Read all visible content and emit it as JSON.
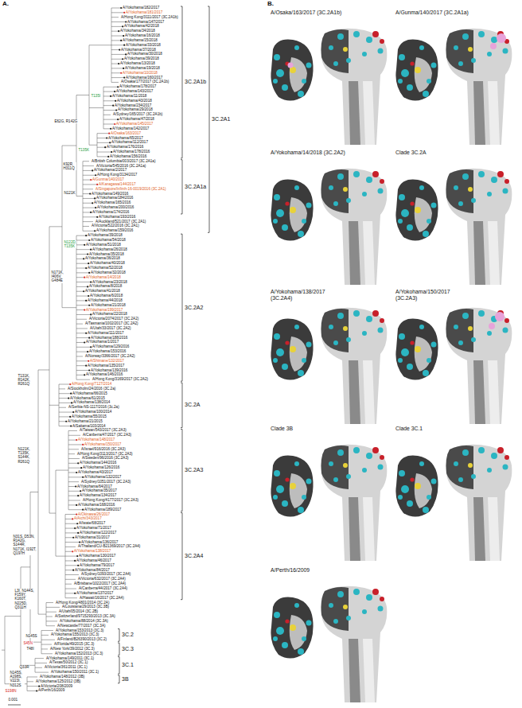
{
  "diagram": {
    "labels": [
      "A.",
      "B.",
      "A/Yokohama/182/2017",
      "A/Yokohama/181/2017",
      "A/Hong Kong/3111/2017 (3C.2A1b)",
      "A/Yokohama/147/2017",
      "A/Yokohama/42/2018",
      "A/Yokohama/34/2018",
      "A/Yokohama/16/2018",
      "A/Yokohama/15/2018",
      "A/Yokohama/33/2018",
      "A/Yokohama/37/2018",
      "A/Yokohama/30/2018",
      "A/Yokohama/39/2018",
      "A/Yokohama/13/2018",
      "A/Yokohama/19/2018",
      "A/Yokohama/10/2018",
      "A/Yokohama/160/2017",
      "A/Osaka/177/2017 (3C.2A1b)",
      "A/Yokohama/178/2017",
      "A/Yokohama/143/2017",
      "A/Yokohama/11/2018",
      "A/Yokohama/43/2018",
      "A/Yokohama/234/2017",
      "A/Yokohama/29/2018",
      "A/Sydney/165/2017 (3C.2A1b)",
      "A/Yokohama/47/2018",
      "A/Yokohama/145/2017",
      "A/Yokohama/142/2017",
      "A/Osaka/163/2017",
      "A/Yokohama/65/2017",
      "A/Yokohama/112/2017",
      "A/Yokohama/176/2016",
      "A/Yokohama/178/2016",
      "A/Yokohama/156/2016",
      "A/British Columbia/003/2017 (3C.2A1a)",
      "A/Victoria/545/2016 (3C.2A1a)",
      "A/Yokohama/2/2017",
      "A/Hong Kong/3134/2017",
      "A/Gunma/140/2017",
      "A/Kanagawa/144/2017",
      "A/Singapore/Infimh-16-0019/2016 (3C.2A1)",
      "A/Yokohama/149/2016",
      "A/Yokohama/184/2016",
      "A/Yokohama/165/2016",
      "A/Yokohama/200/2016",
      "A/Yokohama/174/2016",
      "A/Yokohama/193/2016",
      "A/Auckland/521/2017 (3C.2A1)",
      "A/Victoria/522/2016 (3C.2A1)",
      "A/Yokohama/159/2016",
      "A/Yokohama/39/2018",
      "A/Yokohama/54/2018",
      "A/Yokohama/51/2018",
      "A/Yokohama/26/2018",
      "A/Yokohama/35/2018",
      "A/Yokohama/36/2018",
      "A/Yokohama/40/2018",
      "A/Yokohama/52/2018",
      "A/Yokohama/32/2018",
      "A/Yokohama/14/2018",
      "A/Yokohama/23/2018",
      "A/Yokohama/8/2018",
      "A/Yokohama/41/2018",
      "A/Yokohama/6/2018",
      "A/Yokohama/44/2018",
      "A/Yokohama/21/2018",
      "A/Yokohama/199/2017",
      "A/Yokohama/22/2018",
      "A/Victoria/2074/2017 (3C.2A2)",
      "A/Tasmania/1002/2017 (3C.2A2)",
      "A/Utah/33/2017 (3C.2A2)",
      "A/Yokohama/111/2017",
      "A/Yokohama/188/2016",
      "A/Yokohama/1/2017",
      "A/Yokohama/129/2016",
      "A/Yokohama/153/2016",
      "A/Norway/3366/2017 (3C.2A2)",
      "A/Shimane/132/2017",
      "A/Yokohama/135/2017",
      "A/Yokohama/139/2016",
      "A/Yokohama/146/2016",
      "A/Hong Kong/3169/2017 (3C.2A2)",
      "A/Hong Kong/7127/2014",
      "A/Stockholm/24/2016 (3C.2a)",
      "A/Yokohama/66/2015",
      "A/Yokohama/61/2015",
      "A/Yokohama/138/2014",
      "A/Serbia-NS-1117/2016 (3c.2a)",
      "A/Yokohama/100/2014",
      "A/Yokohama/55/2015",
      "A/Yokohama/21/2015",
      "A/Saitama/103/2014",
      "A/Taiwan/543/2017 (3C.2A3)",
      "A/Canberra/47/2017 (3C.2A3)",
      "A/Yokohama/148/2017",
      "A/Yokohama/150/2017",
      "A/Israel/916/2016 (3C.2A3)",
      "A/Hong Kong/3113/2017 (3C.2A3)",
      "A/Sweden/96/2016 (3C.2A3)",
      "A/Yokohama/144/2016",
      "A/Yokohama/126/2016",
      "A/Yokohama/43/2017",
      "A/Yokohama/132/2017",
      "A/Sydney/1051/2017 (3C.2A3)",
      "A/Yokohama/64/2017",
      "A/Yokohama/35/2017",
      "A/Yokohama/134/2017",
      "A/Hong Kong/4177/2017 (3C.2A3)",
      "A/Yokohama/168/2016",
      "A/Yokohama/189/2017",
      "A/Okinawa/26/2017",
      "A/Aichi/343/2017",
      "A/Iwate/68/2017",
      "A/Yokohama/71/2017",
      "A/Yokohama/122/2017",
      "A/Yokohama/31/2017",
      "A/Yokohama/136/2017",
      "A/Thailand/CU-B21369/2017 (3C.2A4)",
      "A/Yokohama/138/2017",
      "A/Yokohama/130/2017",
      "A/Yokohama/46/2017",
      "A/Yokohama/79/2017",
      "A/Yokohama/84/2017",
      "A/Sydney/1093/2017 (3C.2A4)",
      "A/Victoria/632/2017 (3C.2A4)",
      "A/Brisbane/1022/2017 (3C.2A4)",
      "A/Canberra/44/2017 (3C.2A4)",
      "A/Yokohama/137/2017",
      "A/Hawaii/16/2017 (3C.2A4)",
      "A/Hong Kong/4801/2014 (3C.2A)",
      "A/Louisiana/29/2013 (3C.3B)",
      "A/Utah/05/2014 (3C.2B)",
      "A/Switzerland/9715293/2013 (3C.3A)",
      "A/Yokohama/88/2014 (3C.3A)",
      "A/Newcastle/77/2017 (3C.3A)",
      "A/Yokohama/153/2013 (3C.3)",
      "A/Yokohama/155/2013 (3C.3)",
      "A/Finland/B26390/2013 (3C.2)",
      "A/Florida/49/2015 (3C.3)",
      "A/New York/39/2012 (3C.3)",
      "A/Yokohama/152/2013 (3C.3)",
      "A/Yokohama/149/2011 (3C.1)",
      "A/Texas/50/2012 (3C.1)",
      "A/Victoria/361/2011 (3C.1)",
      "A/Yokohama/150/2011 (3C.1)",
      "A/Yokohama/148/2012 (3B)",
      "A/Yokohama/125/2012 (3B)",
      "A/Victoria/208/2009",
      "A/Perth/16/2009",
      "3C.2A1b",
      "3C.2A1a",
      "3C.2A1",
      "3C.2A2",
      "3C.2A",
      "3C.2A3",
      "3C.2A4",
      "3C.2",
      "3C.3",
      "3C.1",
      "3B",
      "T135I",
      "E62G, R142G",
      "T135K",
      "K92R, H311Q",
      "N121K",
      "N122D, T135K",
      "N171K, I406V, G484E",
      "T131K, R142K, R261Q",
      "N121K, T135K, S144K, R261Q",
      "N31S, D53N, R142G, S144R, N171K, I192T, Q197H",
      "L3I, N144S, F159Y, K160T, N225D, Q311H",
      "N145S",
      "S45N",
      "T48I",
      "Q33R",
      "N145S, A198S, V223I, N312S",
      "S198N",
      "A/Osaka/163/2017 (3C.2A1b)",
      "A/Gunma/140/2017 (3C.2A1a)",
      "A/Yokohama/14/2018 (3C.2A2)",
      "Clade 3C.2A",
      "A/Yokohama/138/2017 (3C.2A4)",
      "A/Yokohama/150/2017 (3C.2A3)",
      "Clade 3B",
      "Clade 3C.1",
      "A/Perth/16/2009",
      "0.001"
    ]
  }
}
